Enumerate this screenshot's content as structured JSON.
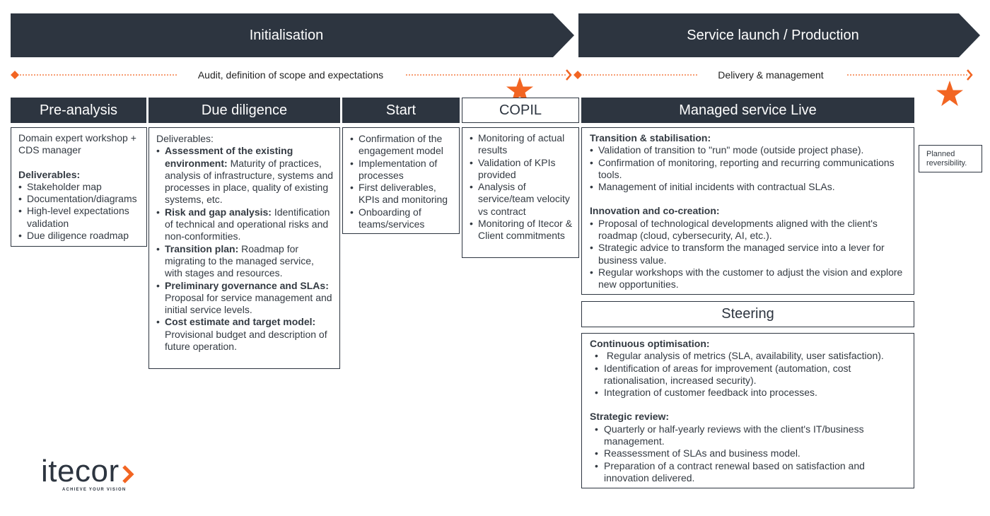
{
  "colors": {
    "dark": "#2d3540",
    "accent": "#f26522",
    "text": "#333a42"
  },
  "phases": {
    "initialisation": "Initialisation",
    "service_launch": "Service launch / Production"
  },
  "timeline": {
    "audit": "Audit, definition of scope and expectations",
    "delivery": "Delivery & management"
  },
  "steps": {
    "pre_analysis": {
      "title": "Pre-analysis",
      "intro": "Domain expert workshop + CDS manager",
      "deliverables_heading": "Deliverables:",
      "items": [
        "Stakeholder map",
        "Documentation/diagrams",
        "High-level expectations validation",
        "Due diligence roadmap"
      ]
    },
    "due_diligence": {
      "title": "Due diligence",
      "intro": "Deliverables:",
      "items": [
        {
          "bold": "Assessment of the existing environment:",
          "text": " Maturity of practices, analysis of infrastructure, systems and processes in place, quality of existing systems, etc."
        },
        {
          "bold": "Risk and gap analysis:",
          "text": " Identification of technical and operational risks and non-conformities."
        },
        {
          "bold": "Transition plan:",
          "text": " Roadmap for migrating to the managed service, with stages and resources."
        },
        {
          "bold": "Preliminary governance and SLAs:",
          "text": " Proposal for service management and initial service levels."
        },
        {
          "bold": "Cost estimate and target model:",
          "text": " Provisional budget and description of future operation."
        }
      ]
    },
    "start": {
      "title": "Start",
      "items": [
        "Confirmation of the engagement model",
        "Implementation of processes",
        "First deliverables, KPIs and monitoring",
        "Onboarding of teams/services"
      ]
    },
    "copil": {
      "title": "COPIL",
      "items": [
        "Monitoring of actual results",
        "Validation of KPIs provided",
        "Analysis of service/team velocity vs contract",
        "Monitoring of Itecor & Client commitments"
      ]
    },
    "managed": {
      "title": "Managed service Live",
      "sections": [
        {
          "heading": "Transition & stabilisation:",
          "items": [
            "Validation of transition to \"run\" mode (outside project phase).",
            "Confirmation of monitoring, reporting and recurring communications tools.",
            "Management of initial incidents with contractual SLAs."
          ]
        },
        {
          "heading": "Innovation and co-creation:",
          "items": [
            "Proposal of technological developments aligned with the client's roadmap (cloud, cybersecurity, AI, etc.).",
            "Strategic advice to transform the managed service into a lever for business value.",
            "Regular workshops with the customer to adjust the vision and explore new opportunities."
          ]
        }
      ]
    },
    "steering": {
      "title": "Steering",
      "sections": [
        {
          "heading": "Continuous optimisation:",
          "items": [
            " Regular analysis of metrics (SLA, availability, user satisfaction).",
            "Identification of areas for improvement (automation, cost rationalisation, increased security).",
            "Integration of customer feedback into processes."
          ]
        },
        {
          "heading": "Strategic review:",
          "items": [
            "Quarterly or half-yearly reviews with the client's IT/business management.",
            "Reassessment of SLAs and business model.",
            "Preparation of a contract renewal based on satisfaction and innovation delivered."
          ]
        }
      ]
    }
  },
  "reversibility": "Planned reversibility.",
  "logo": {
    "name": "itecor",
    "tagline": "ACHIEVE YOUR VISION"
  },
  "icons": {
    "milestone": "star-icon",
    "arrow": "chevron-right-icon",
    "diamond": "diamond-icon"
  }
}
